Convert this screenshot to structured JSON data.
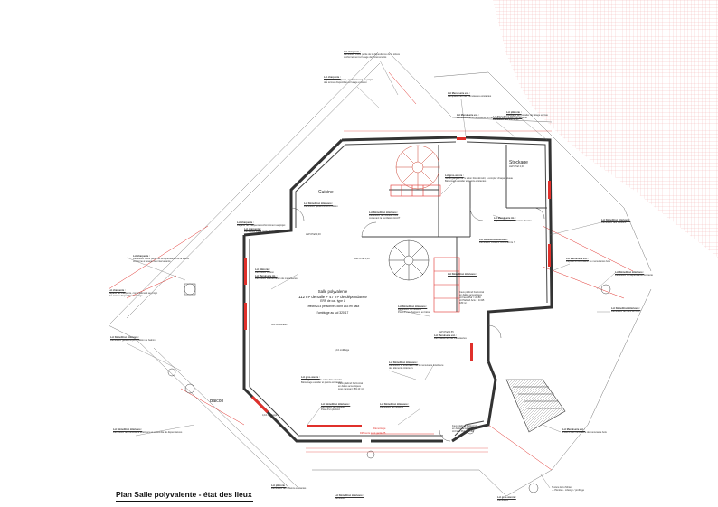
{
  "title": "Plan Salle polyvalente - état des lieux",
  "hall": {
    "name": "Salle polyvalente",
    "area": "112 m² de salle + 47 m² de dépendance",
    "erp": "ERP de cat. type L",
    "capacity": "Effectif 223 personnes dont 153 en haut",
    "note": "l'ambiage au sol 320 17"
  },
  "rooms": {
    "cuisine": "Cuisine",
    "stockage": "Stockage",
    "balcon": "Balcon"
  },
  "notes": [
    {
      "id": "n1",
      "title": "Lot charpente :",
      "text": "Démolition d'une partie de la dépendance de la toiture\nconformément à l'usage des intervenants"
    },
    {
      "id": "n2",
      "title": "Lot charpente :",
      "text": "Réparer de charpente, conformément au projet\ndes termes disponibles à l'usage et statut"
    },
    {
      "id": "n3",
      "title": "Lot Menuiserie ext. :",
      "text": "Remplacement de menuiseries existantes"
    },
    {
      "id": "n4",
      "title": "Lot Menuiserie ext. :",
      "text": "Démolition de la menuiserie de menuiserie bois"
    },
    {
      "id": "n5",
      "title": "Lot plâtrerie :",
      "text": "Doublage de l'escalier de l'étage en bas\nCloison démontable"
    },
    {
      "id": "n6",
      "title": "Lot gros-œuvre :",
      "text": "Sortie garde fil de Iv selon bloc démolir, à compter chaque niveau\nBétonnage escalier et parois existantes"
    },
    {
      "id": "n7",
      "title": "Lot Démolition intérieure :",
      "text": "Démolition de l'escalier bois\ncontenant la ventilation HAUT"
    },
    {
      "id": "n8",
      "title": "Lot Menuiserie int. :",
      "text": "Dépose de l'escalier en bois d'accès"
    },
    {
      "id": "n9",
      "title": "Lot Démolition intérieure :",
      "text": "Démolition cloisons contenant le ?"
    },
    {
      "id": "n10",
      "title": "Lot Démolition intérieure :",
      "text": "Démolition de cloisons"
    },
    {
      "id": "n11",
      "title": "Lot Démolition intérieure :",
      "text": "Démolition de cloisons\nPose d'une charpente en béton"
    },
    {
      "id": "n12",
      "title": "Lot Démolition intérieure :",
      "text": "Démolition et évacuation de la menuiserie extérieure\ndes éléments intérieurs"
    },
    {
      "id": "n13",
      "title": "Lot charpente :",
      "text": "Démolition d'une partie de la dépendance de la toiture\nconforme à l'usage des intervenants"
    },
    {
      "id": "n14",
      "title": "Lot charpente :",
      "text": "Réparer de charpente, conformément au projet\ndes termes disponibles à l'usage"
    },
    {
      "id": "n15",
      "title": "Lot Démolition intérieure :",
      "text": "Démolition garde-corps en béton du balcon"
    },
    {
      "id": "n16",
      "title": "Lot plâtrerie :",
      "text": "Démolition cloison"
    },
    {
      "id": "n17",
      "title": "Lot Menuiserie int. :",
      "text": "Démolition et évacuation de menuiseries"
    },
    {
      "id": "n18",
      "title": "Lot gros-œuvre :",
      "text": "Sortie garde fil de Iv selon bloc démolir\nBétonnage escalier et parois existantes"
    },
    {
      "id": "n19",
      "title": "Lot Démolition intérieure :",
      "text": "Démolition de l'escalier\nPose d'un plafond"
    },
    {
      "id": "n20",
      "title": "Lot Démolition intérieure :",
      "text": "Démolition de cloisons"
    },
    {
      "id": "n21",
      "title": "Lot Menuiserie ext. :",
      "text": "Pose d'une menuiserie de menuiserie bois"
    },
    {
      "id": "n22",
      "title": "Lot Démolition intérieure :",
      "text": "Démolition de menuiserie extérieure et ensemble de dépendances"
    },
    {
      "id": "n23",
      "title": "Lot Démolition intérieure :",
      "text": "Démolition des cloisons"
    },
    {
      "id": "n24",
      "title": "Lot Menuiserie ext. :",
      "text": "Dépose et évacuation de menuiseries bois"
    },
    {
      "id": "n25",
      "title": "Lot Démolition intérieure :",
      "text": "Démolition de dépendance existante"
    },
    {
      "id": "n26",
      "title": "Lot Démolition intérieure :",
      "text": "Démolition de murs en bois"
    },
    {
      "id": "n27",
      "title": "Lot Menuiserie ext. :",
      "text": "Remplacement de menuiseries"
    },
    {
      "id": "n28",
      "title": "Lot charpente :",
      "text": "Réparer de charpente conformément au projet"
    },
    {
      "id": "n29",
      "title": "Lot charpente :",
      "text": "Démolition d'une partie de la dépendance"
    },
    {
      "id": "n30",
      "title": "Lot Démolition intérieure :",
      "text": "Démolition garde-corps en béton"
    },
    {
      "id": "n31",
      "title": "Lot Démolition intérieure :",
      "text": "Démolition des éléments"
    },
    {
      "id": "n32",
      "title": "Lot plâtrerie :",
      "text": "Démolition de cloisons existantes"
    },
    {
      "id": "n33",
      "title": "Lot Démolition intérieure :",
      "text": "Démolition"
    },
    {
      "id": "n34",
      "title": "Lot gros-œuvre :",
      "text": "Démolition"
    }
  ],
  "floor_texts": {
    "faux_plafond_1": "Faux plafond horizontal\nen dalles acoustiques\nHt Faux Plaf = 2m80\nHt Plafond Actu = 3m95\n180 m²",
    "faux_plafond_2": "Faux plafond horizontal\nen dalles acoustiques\nHt Faux Plaf = 2m80",
    "faux_plafond_3": "Faux plafond horizontal\nen dalles acoustiques\nsous rampant 189,13 m²",
    "texture": "Texture Ecru Miniex\n— Plenitue - Lifesign / profilage",
    "hsp1": "HsP×Plaf 2,00",
    "hsp2": "HsP×Plaf 2,00",
    "hsp3": "HsP×Plaf 2,00",
    "dim1": "600 40 escalier",
    "dim2": "4,10 ordillaige",
    "dim3": "4,10 ordillaige",
    "dim4": "HsP×Plaf 2,55",
    "accent": "Démontage",
    "accent2": "Différents point garde 75"
  },
  "colors": {
    "wall": "#333333",
    "demolition": "#e0302b",
    "grid": "#f2a8a8",
    "line": "#555555"
  }
}
